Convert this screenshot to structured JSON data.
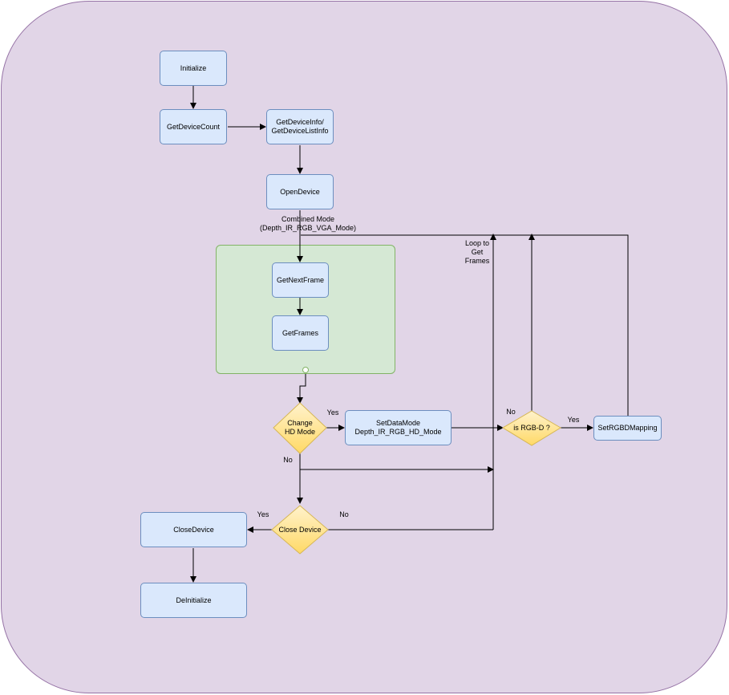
{
  "nodes": {
    "initialize": "Initialize",
    "get_device_count": "GetDeviceCount",
    "get_device_info": "GetDeviceInfo/\nGetDeviceListInfo",
    "open_device": "OpenDevice",
    "get_next_frame": "GetNextFrame",
    "get_frames": "GetFrames",
    "change_hd_mode": "Change\nHD Mode",
    "set_data_mode": "SetDataMode\nDepth_IR_RGB_HD_Mode",
    "is_rgbd": "is RGB-D ?",
    "set_rgbd_mapping": "SetRGBDMapping",
    "close_device_decision": "Close Device",
    "close_device": "CloseDevice",
    "deinitialize": "DeInitialize"
  },
  "labels": {
    "combined_mode": "Combined Mode\n(Depth_IR_RGB_VGA_Mode)",
    "loop_to_get_frames": "Loop to\nGet\nFrames",
    "hd_yes": "Yes",
    "hd_no": "No",
    "rgbd_no": "No",
    "rgbd_yes": "Yes",
    "close_yes": "Yes",
    "close_no": "No"
  },
  "colors": {
    "background_fill": "#e1d5e7",
    "process_fill": "#dae8fc",
    "decision_fill": "#fff2cc",
    "group_fill": "#d5e8d4"
  }
}
